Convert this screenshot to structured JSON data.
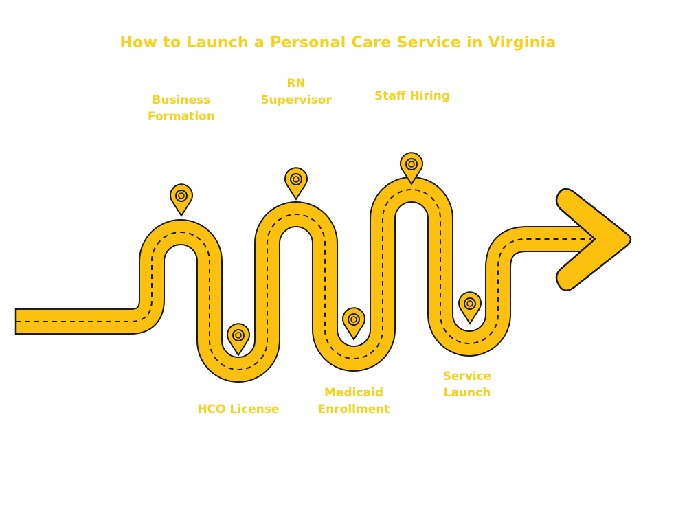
{
  "title": "How to Launch a Personal Care Service in Virginia",
  "colors": {
    "road_fill": "#fcc10f",
    "road_stroke": "#1a1a1a",
    "title_text": "#f5d21c",
    "label_text": "#f5d21c"
  },
  "steps": [
    {
      "label": "Business\nFormation",
      "position": "above"
    },
    {
      "label": "HCO License",
      "position": "below"
    },
    {
      "label": "RN\nSupervisor",
      "position": "above"
    },
    {
      "label": "Medicaid\nEnrollment",
      "position": "below"
    },
    {
      "label": "Staff Hiring",
      "position": "above"
    },
    {
      "label": "Service\nLaunch",
      "position": "below"
    }
  ],
  "icons": {
    "marker": "map-pin-icon",
    "end": "arrow-head-icon"
  }
}
